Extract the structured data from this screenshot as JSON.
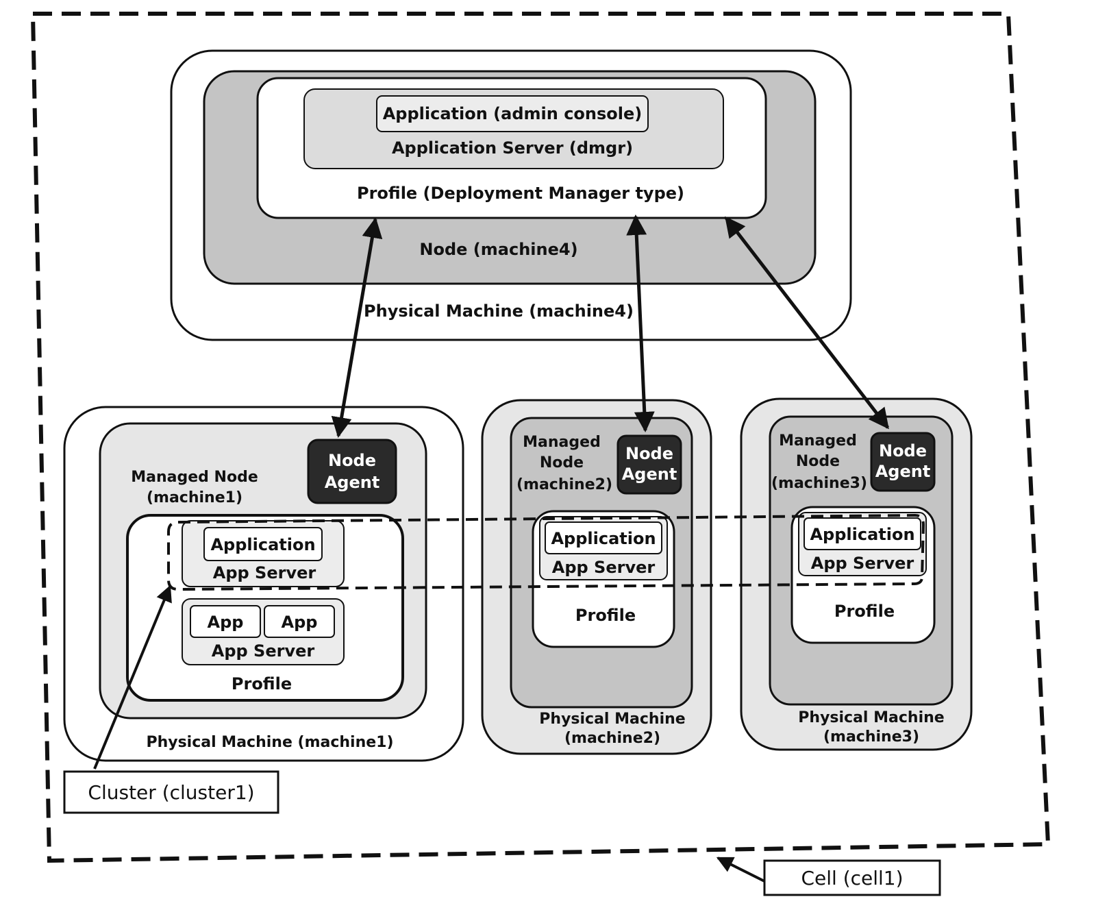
{
  "deployment_manager": {
    "admin_console": "Application (admin console)",
    "app_server": "Application Server (dmgr)",
    "profile": "Profile (Deployment Manager type)",
    "node": "Node (machine4)",
    "physical_machine": "Physical Machine (machine4)"
  },
  "machine1": {
    "managed_node_line1": "Managed Node",
    "managed_node_line2": "(machine1)",
    "node_agent_line1": "Node",
    "node_agent_line2": "Agent",
    "server1_application": "Application",
    "server1_label": "App Server",
    "server2_app_a": "App",
    "server2_app_b": "App",
    "server2_label": "App Server",
    "profile": "Profile",
    "physical_machine": "Physical Machine (machine1)"
  },
  "machine2": {
    "managed_node_line1": "Managed",
    "managed_node_line2": "Node",
    "managed_node_line3": "(machine2)",
    "node_agent_line1": "Node",
    "node_agent_line2": "Agent",
    "application": "Application",
    "app_server": "App Server",
    "profile": "Profile",
    "physical_machine_line1": "Physical Machine",
    "physical_machine_line2": "(machine2)"
  },
  "machine3": {
    "managed_node_line1": "Managed",
    "managed_node_line2": "Node",
    "managed_node_line3": "(machine3)",
    "node_agent_line1": "Node",
    "node_agent_line2": "Agent",
    "application": "Application",
    "app_server": "App Server",
    "profile": "Profile",
    "physical_machine_line1": "Physical Machine",
    "physical_machine_line2": "(machine3)"
  },
  "callouts": {
    "cluster": "Cluster (cluster1)",
    "cell": "Cell (cell1)"
  },
  "colors": {
    "node_gray": "#c4c4c4",
    "machine_gray": "#e6e6e6",
    "server_gray": "#dcdcdc",
    "node_agent_fill": "#2a2a2a",
    "stroke": "#111111"
  }
}
